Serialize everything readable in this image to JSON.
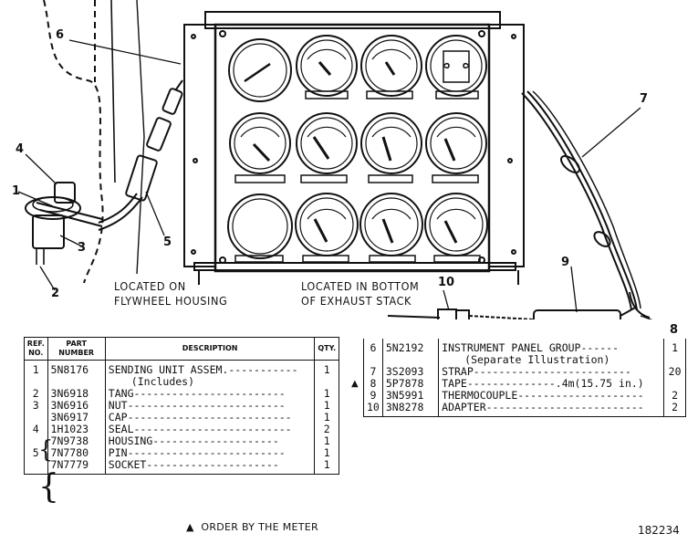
{
  "illustration": {
    "callouts": [
      "1",
      "2",
      "3",
      "4",
      "5",
      "6",
      "7",
      "8",
      "9",
      "10"
    ],
    "captions": {
      "flywheel_line1": "LOCATED ON",
      "flywheel_line2": "FLYWHEEL HOUSING",
      "exhaust_line1": "LOCATED IN BOTTOM",
      "exhaust_line2": "OF EXHAUST STACK"
    }
  },
  "left_table": {
    "headers": {
      "ref": "REF. NO.",
      "part": "PART NUMBER",
      "description": "DESCRIPTION",
      "qty": "QTY."
    },
    "rows": [
      {
        "ref": "1",
        "part": "5N8176",
        "description": "SENDING UNIT ASSEM.",
        "leader": " -----------",
        "qty": "1"
      },
      {
        "ref": "",
        "part": "",
        "description": "(Includes)",
        "leader": "",
        "qty": ""
      },
      {
        "ref": "2",
        "part": "3N6918",
        "description": "TANG",
        "leader": "------------------------",
        "qty": "1"
      },
      {
        "ref": "3",
        "part": "3N6916",
        "description": "NUT",
        "leader": "-------------------------",
        "qty": "1"
      },
      {
        "ref": "",
        "part": "3N6917",
        "description": "CAP",
        "leader": "--------------------------",
        "qty": "1"
      },
      {
        "ref": "4",
        "part": "1H1023",
        "description": "SEAL",
        "leader": "-------------------------",
        "qty": "2"
      },
      {
        "ref": "",
        "part": "7N9738",
        "description": "HOUSING",
        "leader": "--------------------",
        "qty": "1"
      },
      {
        "ref": "5",
        "part": "7N7780",
        "description": "PIN",
        "leader": "-------------------------",
        "qty": "1"
      },
      {
        "ref": "",
        "part": "7N7779",
        "description": "SOCKET",
        "leader": "---------------------",
        "qty": "1"
      }
    ]
  },
  "right_table": {
    "rows": [
      {
        "marker": "",
        "ref": "6",
        "part": "5N2192",
        "description": "INSTRUMENT PANEL GROUP",
        "leader": "------",
        "qty": "1"
      },
      {
        "marker": "",
        "ref": "",
        "part": "",
        "description": "(Separate Illustration)",
        "leader": "",
        "qty": ""
      },
      {
        "marker": "",
        "ref": "7",
        "part": "3S2093",
        "description": "STRAP",
        "leader": "-------------------------",
        "qty": "20"
      },
      {
        "marker": "▲",
        "ref": "8",
        "part": "5P7878",
        "description": "TAPE",
        "leader": "--------------.4m(15.75 in.)",
        "qty": ""
      },
      {
        "marker": "",
        "ref": "9",
        "part": "3N5991",
        "description": "THERMOCOUPLE",
        "leader": "--------------------",
        "qty": "2"
      },
      {
        "marker": "",
        "ref": "10",
        "part": "3N8278",
        "description": "ADAPTER",
        "leader": "-------------------------",
        "qty": "2"
      }
    ]
  },
  "footnote": {
    "marker": "▲",
    "text": "ORDER BY THE METER"
  },
  "figure_number": "182234"
}
